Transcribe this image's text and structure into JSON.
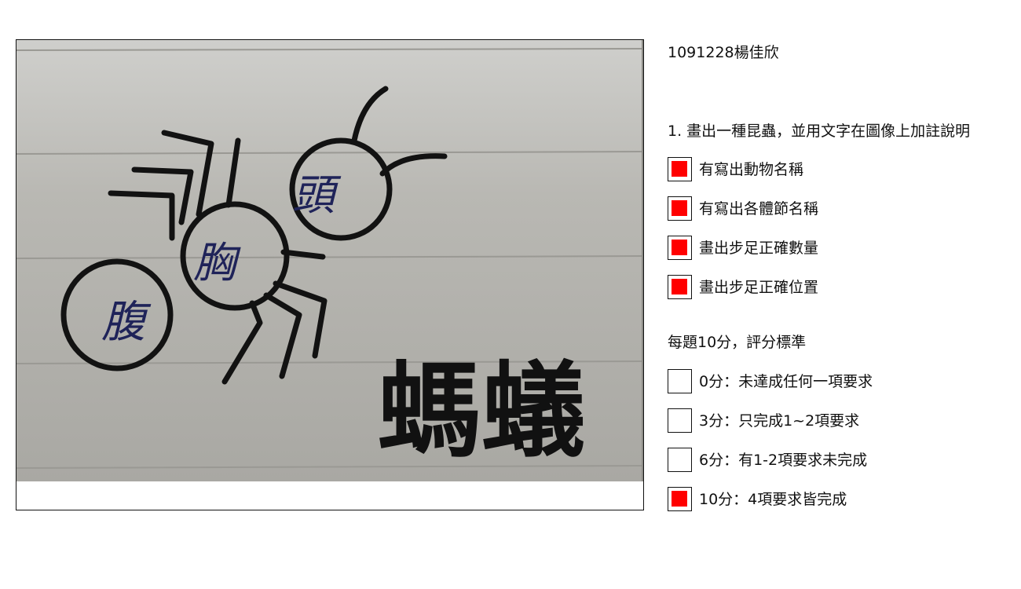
{
  "photo": {
    "handwriting": {
      "head": "頭",
      "thorax": "胸",
      "abdomen": "腹",
      "animal_name": "螞蟻"
    }
  },
  "panel": {
    "student_id": "1091228楊佳欣",
    "question": "1. 畫出一種昆蟲，並用文字在圖像上加註說明",
    "criteria": [
      {
        "label": "有寫出動物名稱",
        "checked": true
      },
      {
        "label": "有寫出各體節名稱",
        "checked": true
      },
      {
        "label": "畫出步足正確數量",
        "checked": true
      },
      {
        "label": "畫出步足正確位置",
        "checked": true
      }
    ],
    "scoring_title": "每題10分，評分標準",
    "scores": [
      {
        "label": "0分：未達成任何一項要求",
        "checked": false
      },
      {
        "label": "3分：只完成1~2項要求",
        "checked": false
      },
      {
        "label": "6分：有1-2項要求未完成",
        "checked": false
      },
      {
        "label": "10分：4項要求皆完成",
        "checked": true
      }
    ],
    "colors": {
      "check_fill": "#ff0000",
      "border": "#111111"
    }
  }
}
